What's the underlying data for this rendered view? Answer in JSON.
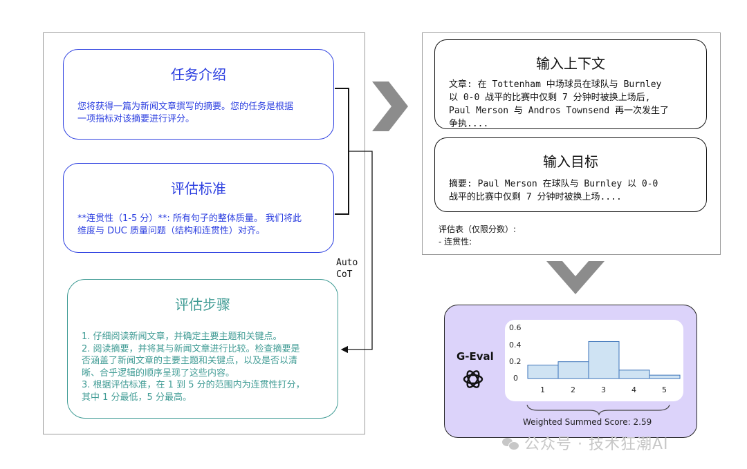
{
  "left_panel": {
    "task_box": {
      "title": "任务介绍",
      "lines": [
        "您将获得一篇为新闻文章撰写的摘要。您的任务是根据",
        "一项指标对该摘要进行评分。"
      ]
    },
    "criteria_box": {
      "title": "评估标准",
      "lines": [
        "**连贯性（1-5 分）**: 所有句子的整体质量。 我们将此",
        "维度与 DUC 质量问题（结构和连贯性）对齐。"
      ]
    },
    "steps_box": {
      "title": "评估步骤",
      "lines": [
        "1.  仔细阅读新闻文章，并确定主要主题和关键点。",
        "2.  阅读摘要，并将其与新闻文章进行比较。检查摘要是",
        "否涵盖了新闻文章的主要主题和关键点，以及是否以清",
        "晰、合乎逻辑的顺序呈现了这些内容。",
        "3.  根据评估标准，在 1 到 5 分的范围内为连贯性打分，",
        "其中 1 分最低，5 分最高。"
      ]
    },
    "auto_cot_lines": [
      "Auto",
      "CoT"
    ]
  },
  "right_panel": {
    "context_box": {
      "title": "输入上下文",
      "lines": [
        "文章: 在 Tottenham 中场球员在球队与 Burnley",
        "以 0-0 战平的比赛中仅剩 7 分钟时被换上场后,",
        "Paul Merson 与 Andros Townsend 再一次发生了",
        "争执...."
      ]
    },
    "target_box": {
      "title": "输入目标",
      "lines": [
        "摘要: Paul Merson 在球队与 Burnley 以 0-0",
        "战平的比赛中仅剩 7 分钟时被换上场...."
      ]
    },
    "form_lines": [
      "评估表（仅限分数）:",
      "- 连贯性:"
    ]
  },
  "geval": {
    "label": "G-Eval",
    "score_text": "Weighted Summed Score: 2.59"
  },
  "chart_data": {
    "type": "bar",
    "categories": [
      "1",
      "2",
      "3",
      "4",
      "5"
    ],
    "values": [
      0.16,
      0.2,
      0.44,
      0.1,
      0.04
    ],
    "ylim": [
      0,
      0.6
    ],
    "yticks": [
      "0.6",
      "0.4",
      "0.2",
      "0"
    ],
    "title": "",
    "xlabel": "",
    "ylabel": "",
    "bar_color": "#cfe3f3",
    "bar_edge": "#3a72b8"
  },
  "watermark": "公众号 · 技术狂潮AI",
  "colors": {
    "blue": "#2b3ee0",
    "teal": "#3f9b94",
    "chevron": "#8c8c8c",
    "geval_bg": "#dcd3fa"
  }
}
